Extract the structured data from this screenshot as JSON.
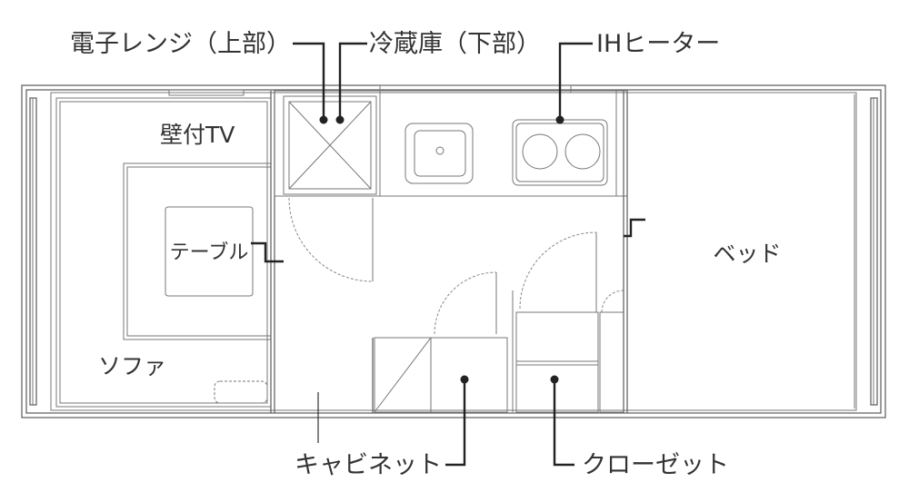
{
  "labels": {
    "microwave": "電子レンジ（上部）",
    "fridge": "冷蔵庫（下部）",
    "ih_heater": "IHヒーター",
    "wall_tv": "壁付TV",
    "table": "テーブル",
    "sofa": "ソファ",
    "bed": "ベッド",
    "cabinet": "キャビネット",
    "closet": "クローゼット"
  },
  "colors": {
    "line": "#666666",
    "text": "#333333",
    "leader": "#222222",
    "background": "#ffffff"
  }
}
